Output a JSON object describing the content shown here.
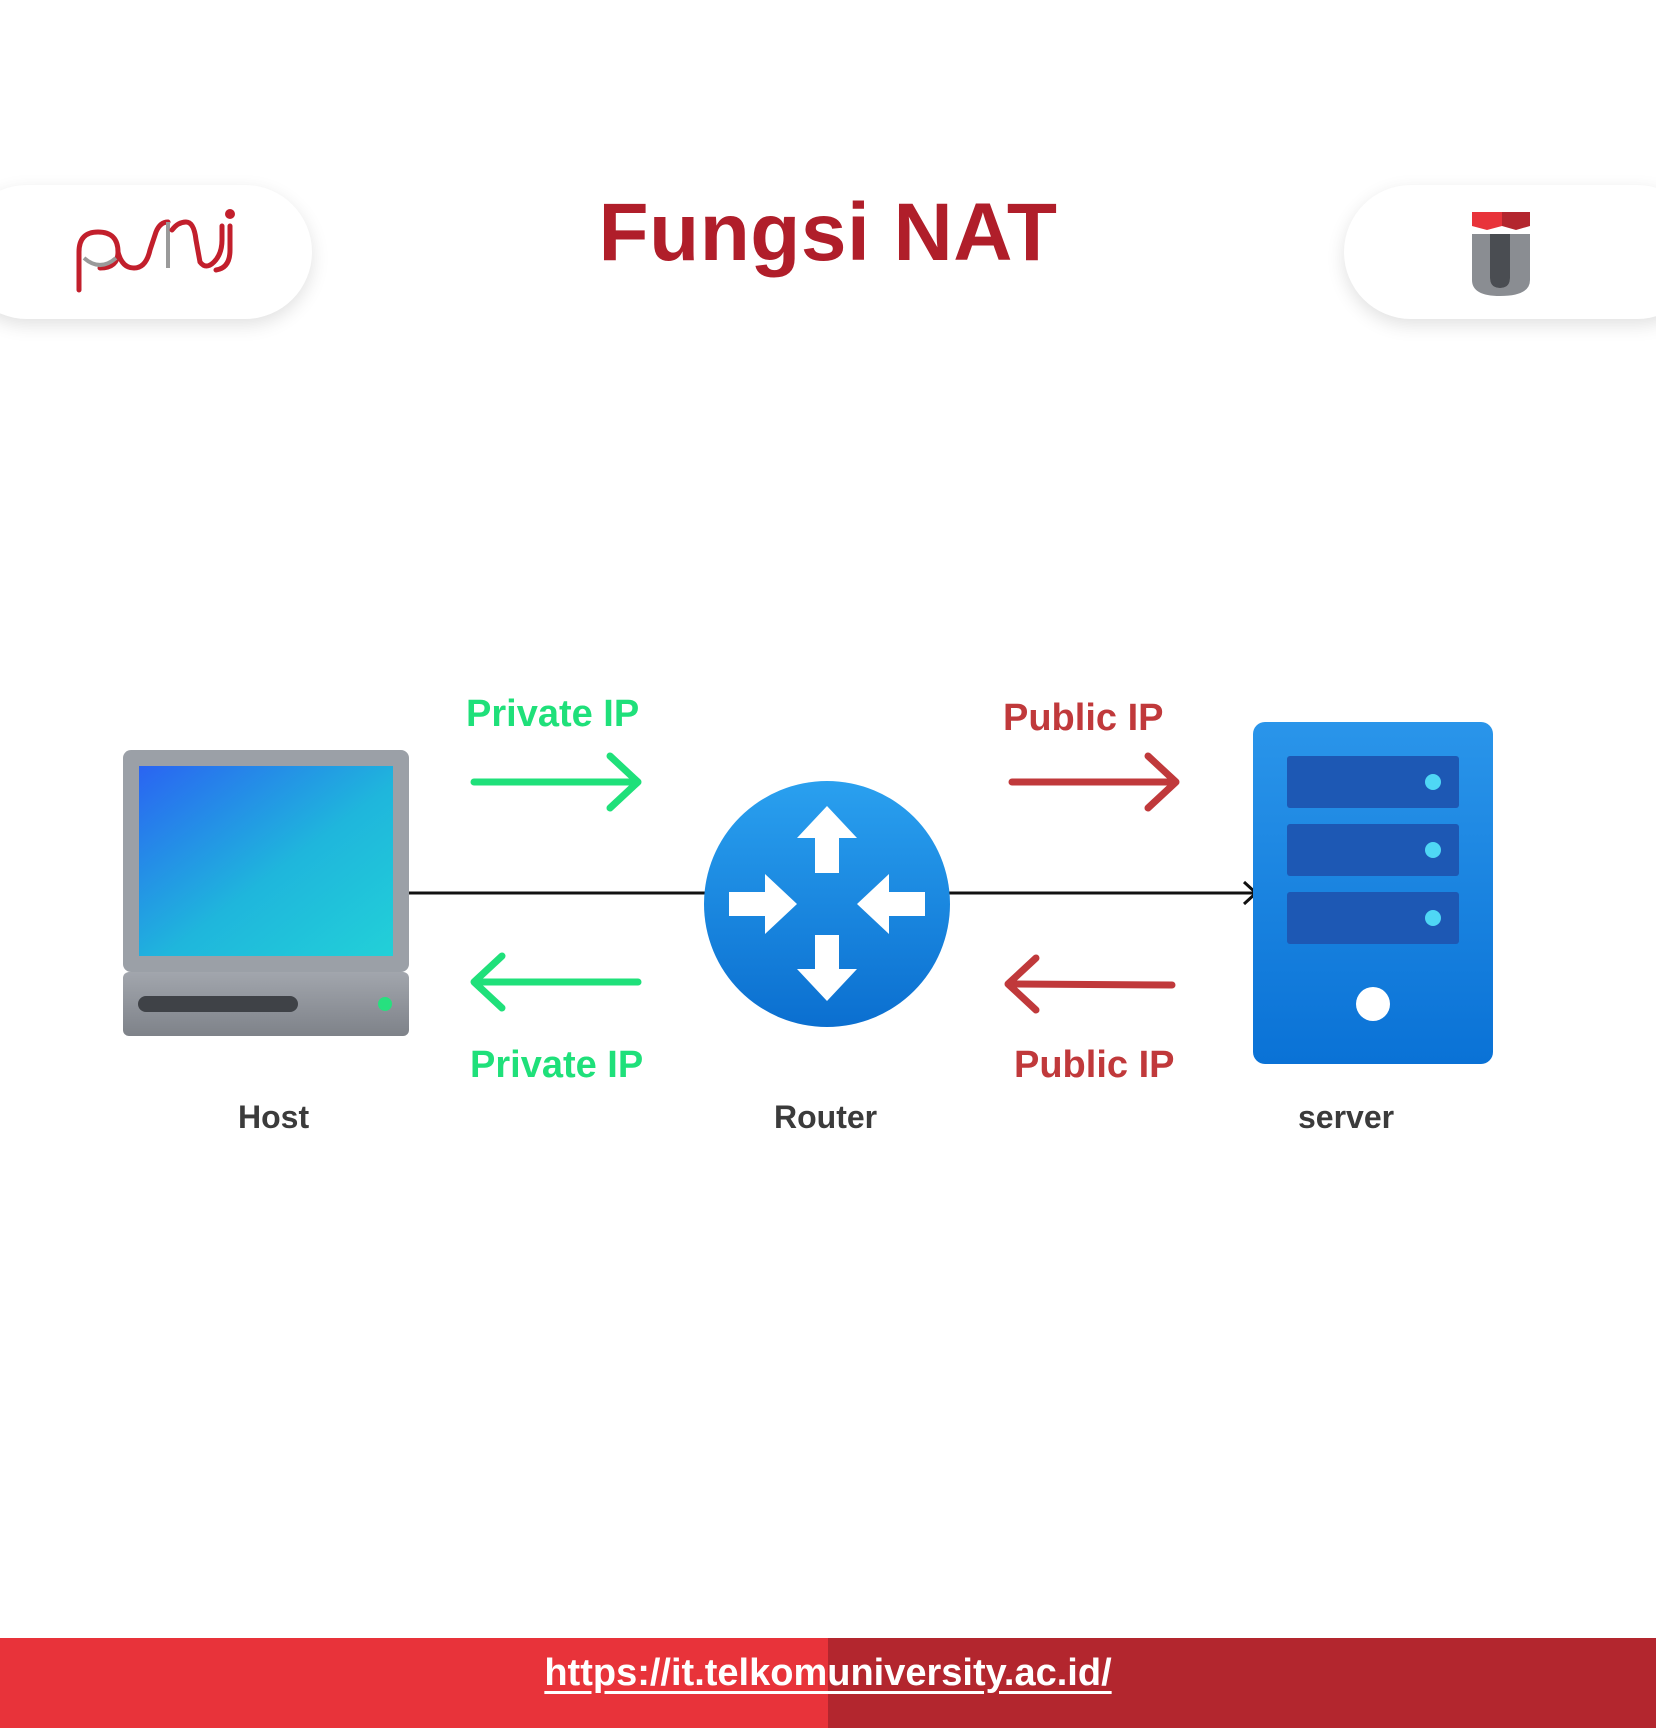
{
  "title": "Fungsi NAT",
  "logos": {
    "left": "puru",
    "right": "Telkom University"
  },
  "flows": {
    "private_top": "Private IP",
    "private_bottom": "Private IP",
    "public_top": "Public IP",
    "public_bottom": "Public IP"
  },
  "nodes": {
    "host": "Host",
    "router": "Router",
    "server": "server"
  },
  "footer": {
    "url": "https://it.telkomuniversity.ac.id/"
  },
  "colors": {
    "title": "#b01e2a",
    "private": "#1fe07a",
    "public": "#c0393b",
    "footer_left": "#e8333a",
    "footer_right": "#b3262e"
  }
}
